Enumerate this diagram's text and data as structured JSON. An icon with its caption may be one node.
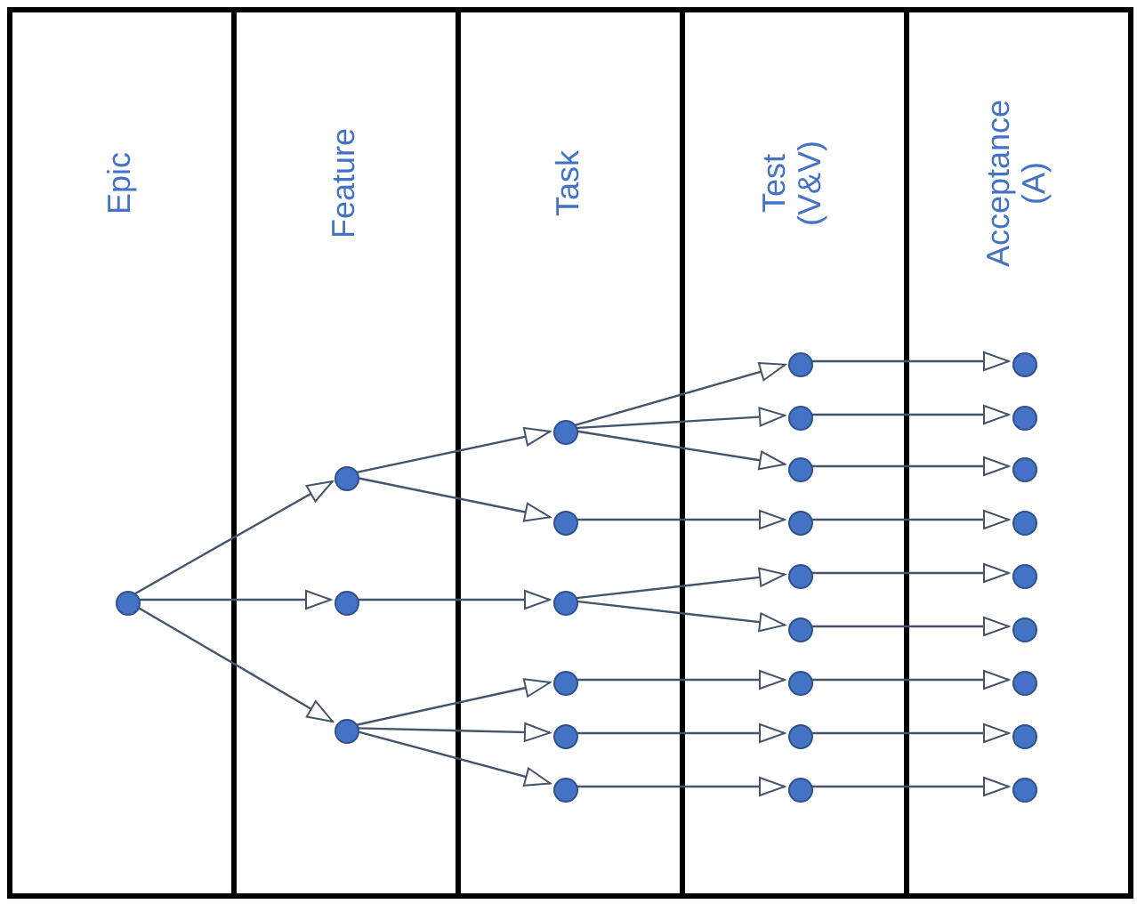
{
  "diagram": {
    "nodes": [
      {
        "text": [
          "Epic"
        ]
      },
      {
        "text": [
          "Feature"
        ]
      },
      {
        "text": [
          "Task"
        ]
      },
      {
        "text": [
          "Test (V&V)"
        ]
      },
      {
        "text": [
          "Acceptance (A)"
        ]
      },
      {
        "text": [],
        "shape": "circle",
        "in": 0
      },
      {
        "text": [],
        "shape": "circle",
        "in": 1
      },
      {
        "text": [],
        "shape": "circle",
        "in": 1
      },
      {
        "text": [],
        "shape": "circle",
        "in": 1
      },
      {
        "text": [],
        "shape": "circle",
        "in": 2
      },
      {
        "text": [],
        "shape": "circle",
        "in": 2
      },
      {
        "text": [],
        "shape": "circle",
        "in": 2
      },
      {
        "text": [],
        "shape": "circle",
        "in": 2
      },
      {
        "text": [],
        "shape": "circle",
        "in": 2
      },
      {
        "text": [],
        "shape": "circle",
        "in": 2
      },
      {
        "text": [],
        "shape": "circle",
        "in": 3
      },
      {
        "text": [],
        "shape": "circle",
        "in": 3
      },
      {
        "text": [],
        "shape": "circle",
        "in": 3
      },
      {
        "text": [],
        "shape": "circle",
        "in": 3
      },
      {
        "text": [],
        "shape": "circle",
        "in": 3
      },
      {
        "text": [],
        "shape": "circle",
        "in": 3
      },
      {
        "text": [],
        "shape": "circle",
        "in": 3
      },
      {
        "text": [],
        "shape": "circle",
        "in": 3
      },
      {
        "text": [],
        "shape": "circle",
        "in": 3
      },
      {
        "text": [],
        "shape": "circle",
        "in": 4
      },
      {
        "text": [],
        "shape": "circle",
        "in": 4
      },
      {
        "text": [],
        "shape": "circle",
        "in": 4
      },
      {
        "text": [],
        "shape": "circle",
        "in": 4
      },
      {
        "text": [],
        "shape": "circle",
        "in": 4
      },
      {
        "text": [],
        "shape": "circle",
        "in": 4
      },
      {
        "text": [],
        "shape": "circle",
        "in": 4
      },
      {
        "text": [],
        "shape": "circle",
        "in": 4
      },
      {
        "text": [],
        "shape": "circle",
        "in": 4
      }
    ],
    "edges": [
      {
        "from": 5,
        "to": 6,
        "arrow": "to"
      },
      {
        "from": 5,
        "to": 7,
        "arrow": "to"
      },
      {
        "from": 5,
        "to": 8,
        "arrow": "to"
      },
      {
        "from": 6,
        "to": 9,
        "arrow": "to"
      },
      {
        "from": 6,
        "to": 10,
        "arrow": "to"
      },
      {
        "from": 7,
        "to": 11,
        "arrow": "to"
      },
      {
        "from": 8,
        "to": 12,
        "arrow": "to"
      },
      {
        "from": 8,
        "to": 13,
        "arrow": "to"
      },
      {
        "from": 8,
        "to": 14,
        "arrow": "to"
      },
      {
        "from": 9,
        "to": 15,
        "arrow": "to"
      },
      {
        "from": 9,
        "to": 16,
        "arrow": "to"
      },
      {
        "from": 9,
        "to": 17,
        "arrow": "to"
      },
      {
        "from": 10,
        "to": 18,
        "arrow": "to"
      },
      {
        "from": 11,
        "to": 19,
        "arrow": "to"
      },
      {
        "from": 11,
        "to": 20,
        "arrow": "to"
      },
      {
        "from": 12,
        "to": 21,
        "arrow": "to"
      },
      {
        "from": 13,
        "to": 22,
        "arrow": "to"
      },
      {
        "from": 14,
        "to": 23,
        "arrow": "to"
      },
      {
        "from": 15,
        "to": 24,
        "arrow": "to"
      },
      {
        "from": 16,
        "to": 25,
        "arrow": "to"
      },
      {
        "from": 17,
        "to": 26,
        "arrow": "to"
      },
      {
        "from": 18,
        "to": 27,
        "arrow": "to"
      },
      {
        "from": 19,
        "to": 28,
        "arrow": "to"
      },
      {
        "from": 20,
        "to": 29,
        "arrow": "to"
      },
      {
        "from": 21,
        "to": 30,
        "arrow": "to"
      },
      {
        "from": 22,
        "to": 31,
        "arrow": "to"
      },
      {
        "from": 23,
        "to": 32,
        "arrow": "to"
      }
    ]
  }
}
